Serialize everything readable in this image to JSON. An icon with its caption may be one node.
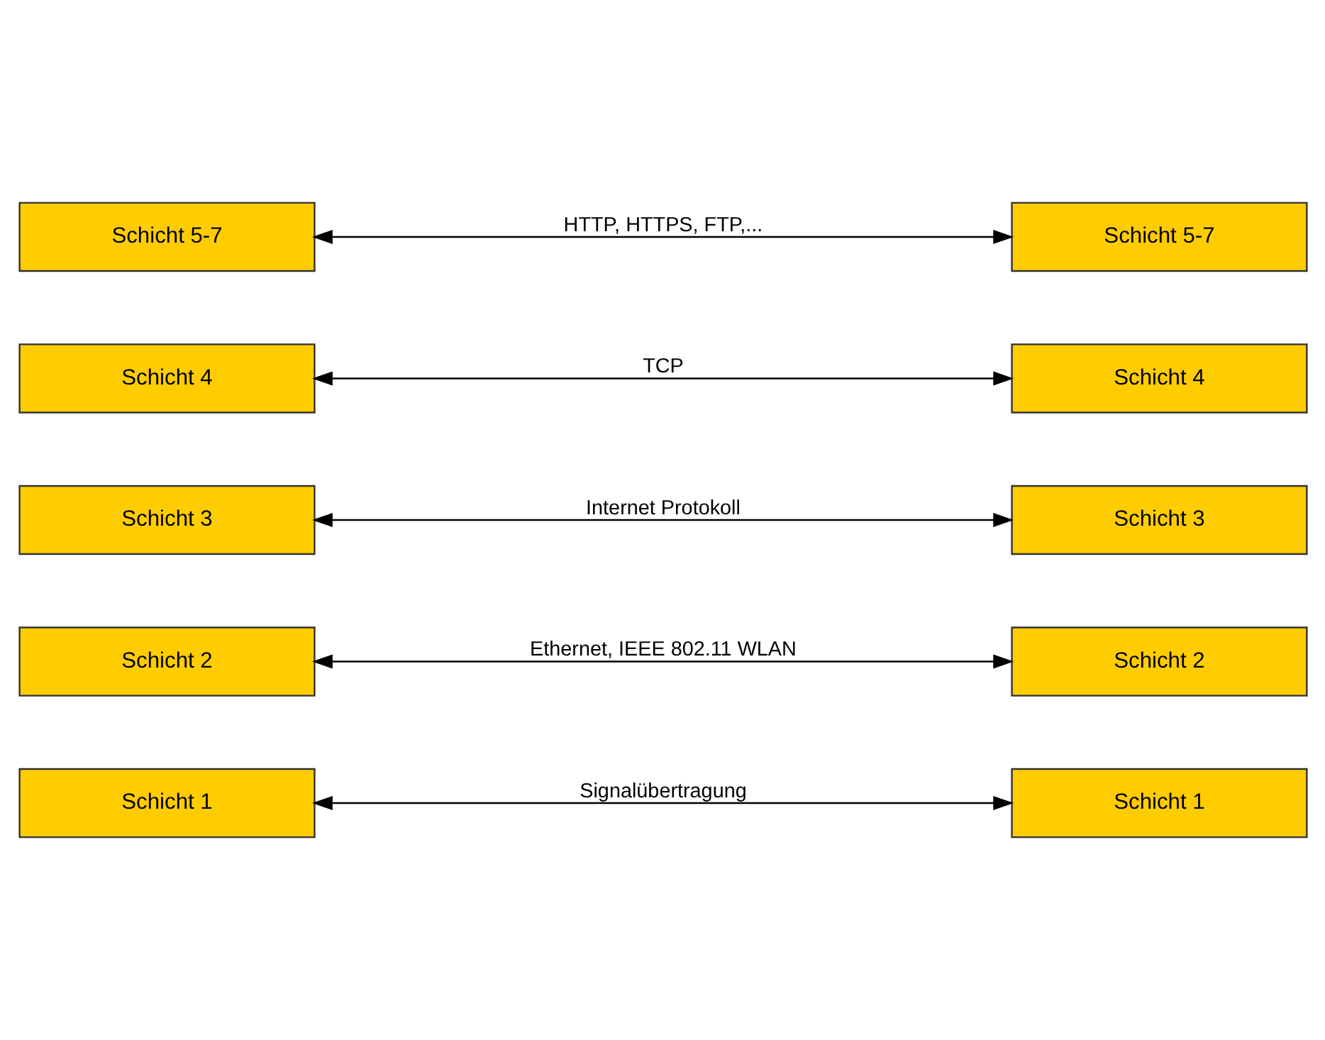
{
  "diagram": {
    "nodes": [
      {
        "text": [
          "Schicht 1"
        ]
      },
      {
        "text": [
          "Schicht 1"
        ]
      },
      {
        "text": [
          "Schicht 2"
        ]
      },
      {
        "text": [
          "Schicht 2"
        ]
      },
      {
        "text": [
          "Schicht 3"
        ]
      },
      {
        "text": [
          "Schicht 3"
        ]
      },
      {
        "text": [
          "Schicht 4"
        ]
      },
      {
        "text": [
          "Schicht 4"
        ]
      },
      {
        "text": [
          "Schicht 5-7"
        ]
      },
      {
        "text": [
          "Schicht 5-7"
        ]
      }
    ],
    "edges": [
      {
        "from": 0,
        "to": 1,
        "arrow": "both",
        "label": "Signalübertragung"
      },
      {
        "from": 2,
        "to": 3,
        "arrow": "both",
        "label": "Ethernet, IEEE 802.11 WLAN"
      },
      {
        "from": 4,
        "to": 5,
        "arrow": "both",
        "label": "Internet Protokoll"
      },
      {
        "from": 6,
        "to": 7,
        "arrow": "both",
        "label": "TCP"
      },
      {
        "from": 8,
        "to": 9,
        "arrow": "both",
        "label": "HTTP, HTTPS, FTP,..."
      }
    ]
  }
}
